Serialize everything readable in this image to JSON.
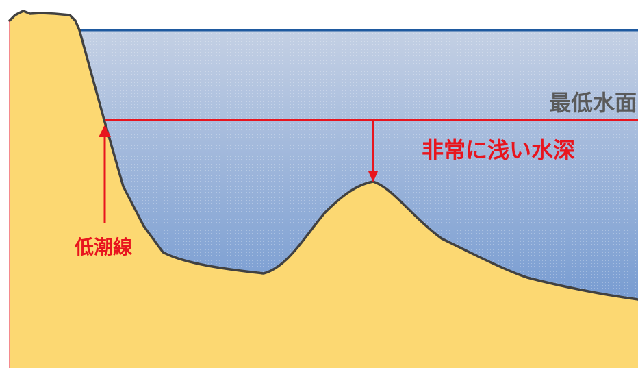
{
  "labels": {
    "lowest_water_level": "最低水面",
    "very_shallow_depth": "非常に浅い水深",
    "low_tide_line": "低潮線"
  },
  "colors": {
    "water_top": "#c4d0e4",
    "water_bottom": "#6f96cf",
    "surface_line": "#1f5aa0",
    "seabed_fill": "#fcd872",
    "seabed_outline": "#414141",
    "annotation_red": "#e8151e",
    "level_text_gray": "#5a5a5a"
  }
}
